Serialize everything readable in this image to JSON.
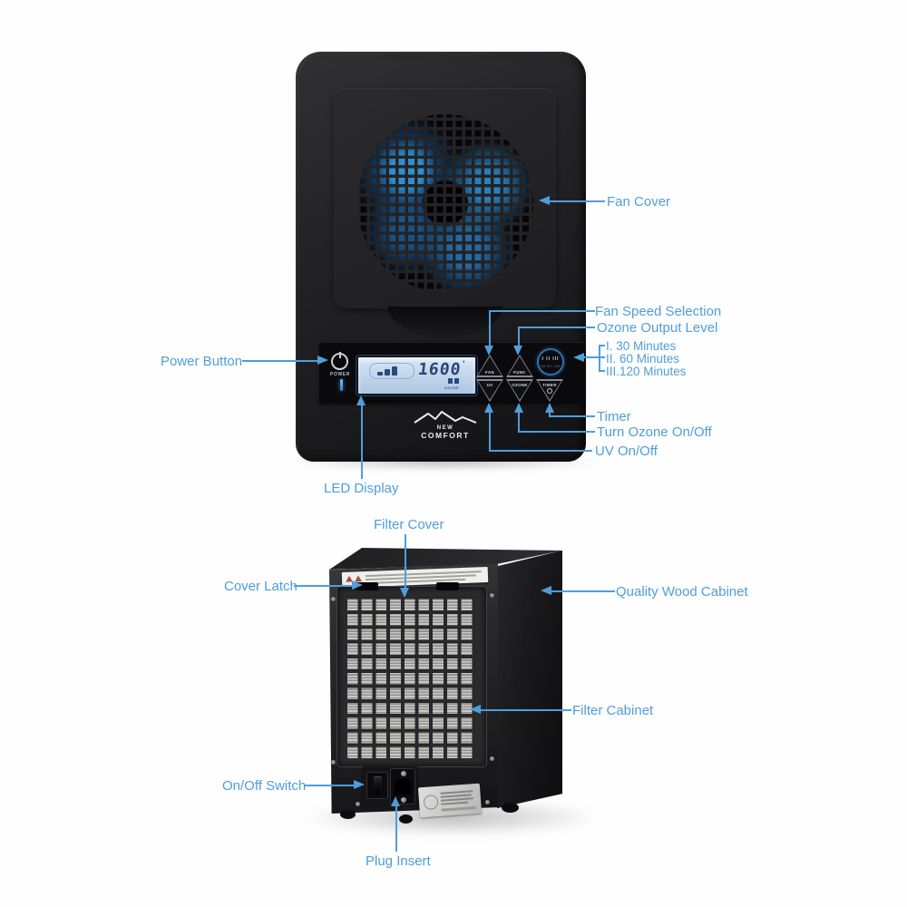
{
  "palette": {
    "callout_blue": "#4f9ed9"
  },
  "device": {
    "brand_line1": "NEW",
    "brand_line2": "COMFORT",
    "power_label": "POWER",
    "display_value": "1600",
    "display_tick": "'",
    "display_ozone": "OZONE",
    "btn_fan": "FAN",
    "btn_func": "FUNC",
    "btn_uv": "UV",
    "btn_ozone": "OZONE",
    "btn_timer": "TIMER",
    "dial_numerals": "I II III",
    "dial_minutes": "30 60 120"
  },
  "callouts": {
    "fan_cover": "Fan Cover",
    "fan_speed": "Fan Speed Selection",
    "ozone_output": "Ozone Output Level",
    "timer_minutes": [
      "I. 30 Minutes",
      "II. 60 Minutes",
      "III.120 Minutes"
    ],
    "power_button": "Power Button",
    "timer": "Timer",
    "turn_ozone": "Turn Ozone On/Off",
    "uv": "UV On/Off",
    "led_display": "LED Display",
    "filter_cover": "Filter Cover",
    "cover_latch": "Cover Latch",
    "quality_wood_cabinet": "Quality Wood Cabinet",
    "filter_cabinet": "Filter Cabinet",
    "on_off_switch": "On/Off Switch",
    "plug_insert": "Plug Insert"
  }
}
